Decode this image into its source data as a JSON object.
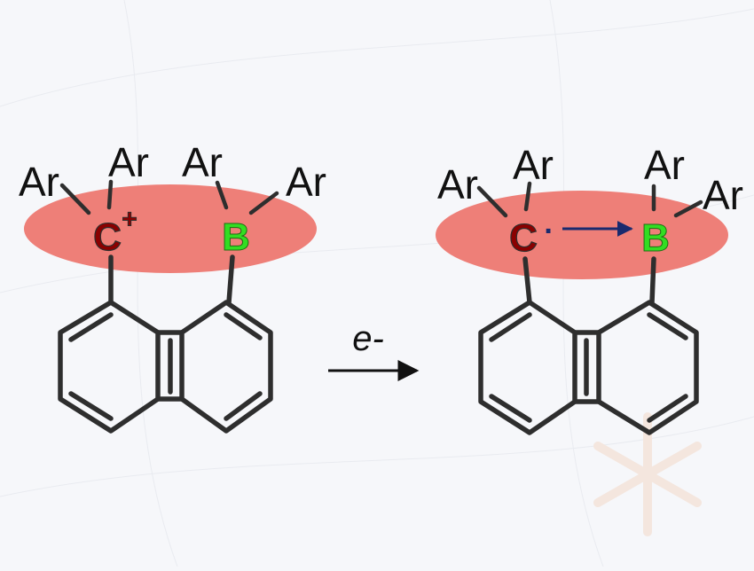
{
  "reaction": {
    "reactant": {
      "substituents": [
        "Ar",
        "Ar",
        "Ar",
        "Ar"
      ],
      "carbon_label": "C",
      "charge": "+",
      "boron_label": "B"
    },
    "arrow_label": "e-",
    "product": {
      "substituents": [
        "Ar",
        "Ar",
        "Ar",
        "Ar"
      ],
      "carbon_label": "C",
      "radical_dot": "·",
      "boron_label": "B"
    }
  },
  "colors": {
    "background": "#f6f7fa",
    "highlight": "#ee7f78",
    "carbon": "#8b0000",
    "boron": "#33dd22",
    "bond": "#2e2e2e",
    "electron_arrow": "#1a2a6e"
  }
}
